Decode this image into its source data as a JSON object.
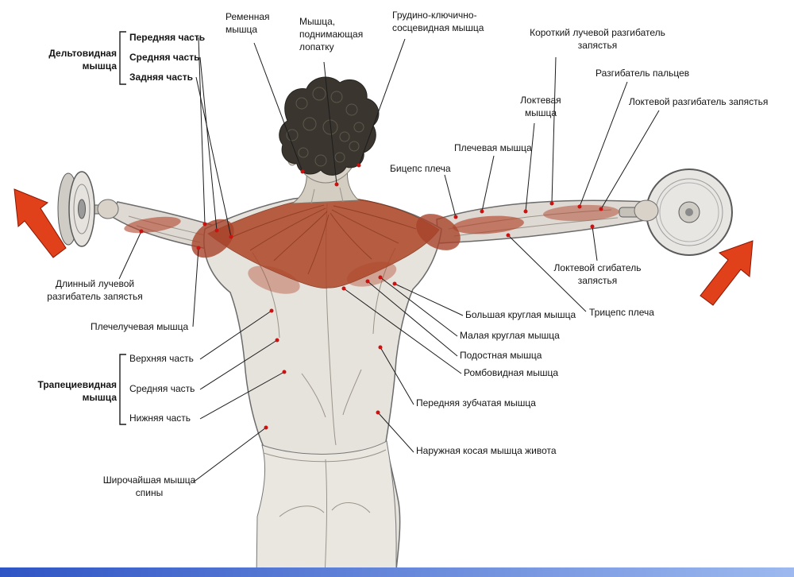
{
  "labels": {
    "deltoid": {
      "text": "Дельтовидная\nмышца"
    },
    "deltoid_front": {
      "text": "Передняя часть"
    },
    "deltoid_middle": {
      "text": "Средняя часть"
    },
    "deltoid_rear": {
      "text": "Задняя часть"
    },
    "splenius": {
      "text": "Ременная\nмышца"
    },
    "levator_scapulae": {
      "text": "Мышца,\nподнимающая\nлопатку"
    },
    "sternocleidomastoid": {
      "text": "Грудино-ключично-\nсосцевидная мышца"
    },
    "extensor_carpi_radialis_brevis": {
      "text": "Короткий лучевой разгибатель\nзапястья"
    },
    "extensor_digitorum": {
      "text": "Разгибатель пальцев"
    },
    "anconeus": {
      "text": "Локтевая\nмышца"
    },
    "extensor_carpi_ulnaris": {
      "text": "Локтевой разгибатель запястья"
    },
    "brachialis": {
      "text": "Плечевая мышца"
    },
    "biceps": {
      "text": "Бицепс плеча"
    },
    "flexor_carpi_ulnaris": {
      "text": "Локтевой сгибатель\nзапястья"
    },
    "triceps": {
      "text": "Трицепс плеча"
    },
    "teres_major": {
      "text": "Большая круглая мышца"
    },
    "teres_minor": {
      "text": "Малая круглая мышца"
    },
    "infraspinatus": {
      "text": "Подостная мышца"
    },
    "rhomboid": {
      "text": "Ромбовидная мышца"
    },
    "serratus_anterior": {
      "text": "Передняя зубчатая мышца"
    },
    "external_oblique": {
      "text": "Наружная косая мышца живота"
    },
    "extensor_carpi_radialis_longus": {
      "text": "Длинный лучевой\nразгибатель запястья"
    },
    "brachioradialis": {
      "text": "Плечелучевая мышца"
    },
    "trapezius": {
      "text": "Трапециевидная\nмышца"
    },
    "trapezius_upper": {
      "text": "Верхняя часть"
    },
    "trapezius_middle": {
      "text": "Средняя часть"
    },
    "trapezius_lower": {
      "text": "Нижняя часть"
    },
    "latissimus_dorsi": {
      "text": "Широчайшая мышца\nспины"
    }
  },
  "icons": {
    "left_arrow": "up-left-block-arrow",
    "right_arrow": "up-right-block-arrow"
  },
  "colors": {
    "arrow_red": "#e0401a",
    "arrow_outline": "#8c1500",
    "muscle_highlight": "#ad4527",
    "marker_dot": "#cc1111",
    "leader_line": "#1c1c1c",
    "bottom_bar_left": "#2f55c5",
    "bottom_bar_right": "#9db9ef"
  }
}
